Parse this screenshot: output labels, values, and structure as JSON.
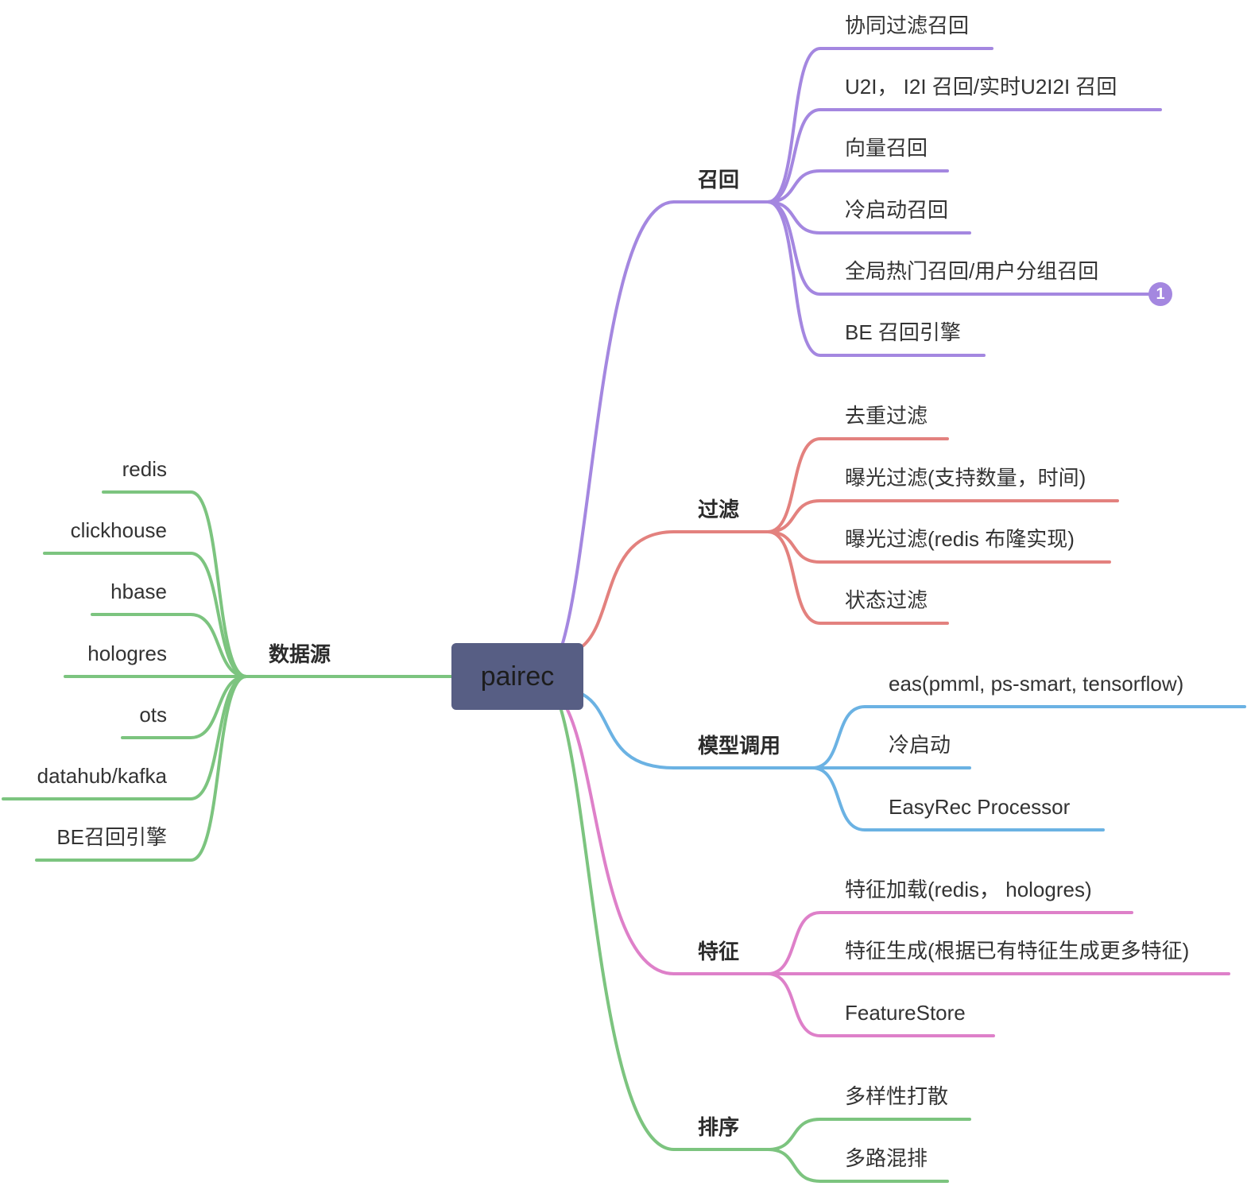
{
  "root": {
    "label": "pairec",
    "color": "#575e84"
  },
  "branches": [
    {
      "id": "recall",
      "label": "召回",
      "color": "#a487e0",
      "side": "right",
      "children": [
        {
          "label": "协同过滤召回"
        },
        {
          "label": "U2I，  I2I 召回/实时U2I2I 召回"
        },
        {
          "label": "向量召回"
        },
        {
          "label": "冷启动召回"
        },
        {
          "label": "全局热门召回/用户分组召回",
          "badge": "1"
        },
        {
          "label": "BE 召回引擎"
        }
      ]
    },
    {
      "id": "filter",
      "label": "过滤",
      "color": "#e3817e",
      "side": "right",
      "children": [
        {
          "label": "去重过滤"
        },
        {
          "label": "曝光过滤(支持数量，时间)"
        },
        {
          "label": "曝光过滤(redis 布隆实现)"
        },
        {
          "label": "状态过滤"
        }
      ]
    },
    {
      "id": "model",
      "label": "模型调用",
      "color": "#6bb2e3",
      "side": "right",
      "children": [
        {
          "label": "eas(pmml, ps-smart, tensorflow)"
        },
        {
          "label": "冷启动"
        },
        {
          "label": "EasyRec Processor"
        }
      ]
    },
    {
      "id": "feature",
      "label": "特征",
      "color": "#de80c9",
      "side": "right",
      "children": [
        {
          "label": "特征加载(redis，  hologres)"
        },
        {
          "label": "特征生成(根据已有特征生成更多特征)"
        },
        {
          "label": "FeatureStore"
        }
      ]
    },
    {
      "id": "rank",
      "label": "排序",
      "color": "#7cc47f",
      "side": "right",
      "children": [
        {
          "label": "多样性打散"
        },
        {
          "label": "多路混排"
        }
      ]
    },
    {
      "id": "datasource",
      "label": "数据源",
      "color": "#7cc47f",
      "side": "left",
      "children": [
        {
          "label": "redis"
        },
        {
          "label": "clickhouse"
        },
        {
          "label": "hbase"
        },
        {
          "label": "hologres"
        },
        {
          "label": "ots"
        },
        {
          "label": "datahub/kafka"
        },
        {
          "label": "BE召回引擎"
        }
      ]
    }
  ]
}
